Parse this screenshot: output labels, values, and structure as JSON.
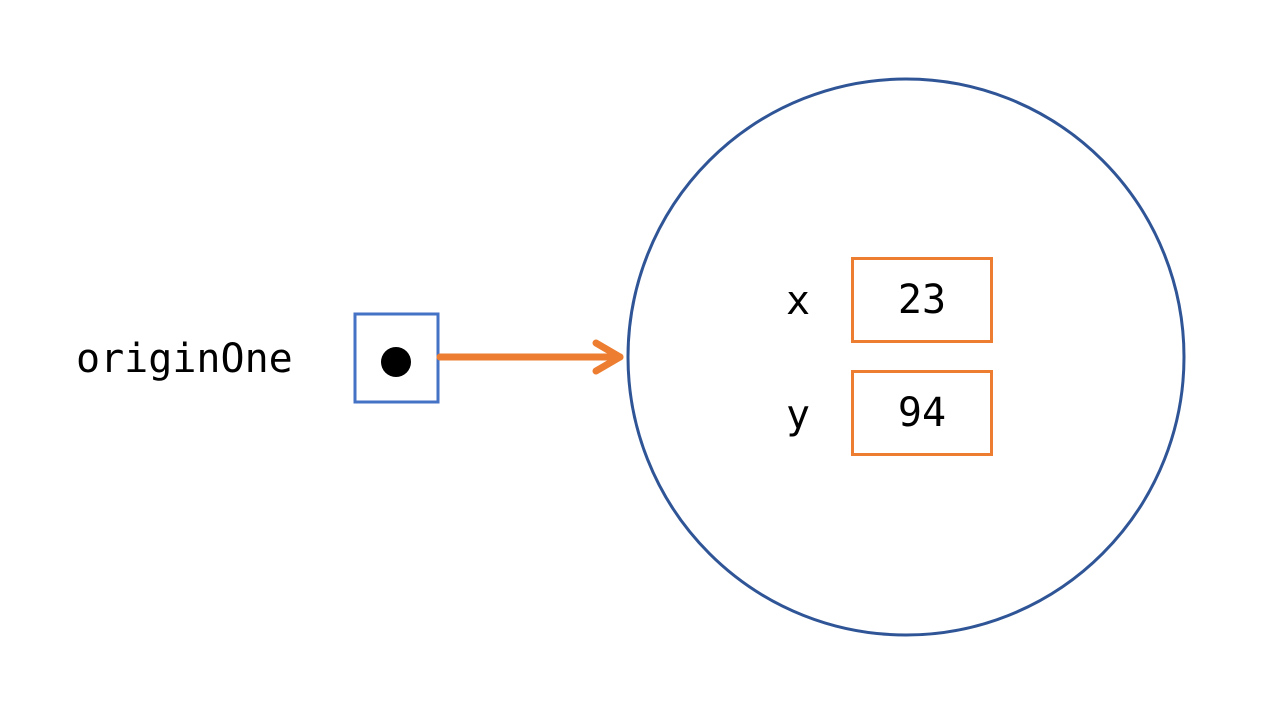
{
  "variable": {
    "name": "originOne"
  },
  "object": {
    "fields": [
      {
        "name": "x",
        "value": "23"
      },
      {
        "name": "y",
        "value": "94"
      }
    ]
  },
  "colors": {
    "reference_box": "#4472C4",
    "arrow": "#ED7D31",
    "object_circle": "#2F5597",
    "field_box": "#ED7D31",
    "text": "#000000"
  }
}
